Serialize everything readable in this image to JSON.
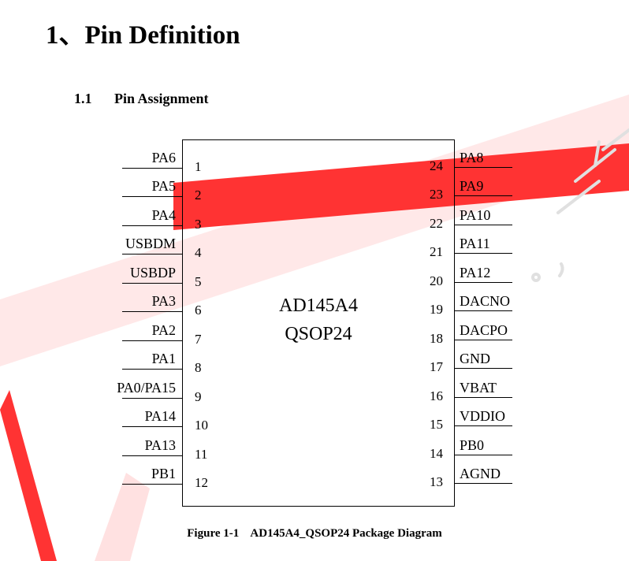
{
  "heading": {
    "title": "1、Pin Definition"
  },
  "subheading": {
    "number": "1.1",
    "title": "Pin Assignment"
  },
  "chip": {
    "name": "AD145A4",
    "package": "QSOP24"
  },
  "pins_left": [
    {
      "num": "1",
      "label": "PA6"
    },
    {
      "num": "2",
      "label": "PA5"
    },
    {
      "num": "3",
      "label": "PA4"
    },
    {
      "num": "4",
      "label": "USBDM"
    },
    {
      "num": "5",
      "label": "USBDP"
    },
    {
      "num": "6",
      "label": "PA3"
    },
    {
      "num": "7",
      "label": "PA2"
    },
    {
      "num": "8",
      "label": "PA1"
    },
    {
      "num": "9",
      "label": "PA0/PA15"
    },
    {
      "num": "10",
      "label": "PA14"
    },
    {
      "num": "11",
      "label": "PA13"
    },
    {
      "num": "12",
      "label": "PB1"
    }
  ],
  "pins_right": [
    {
      "num": "24",
      "label": "PA8"
    },
    {
      "num": "23",
      "label": "PA9"
    },
    {
      "num": "22",
      "label": "PA10"
    },
    {
      "num": "21",
      "label": "PA11"
    },
    {
      "num": "20",
      "label": "PA12"
    },
    {
      "num": "19",
      "label": "DACNO"
    },
    {
      "num": "18",
      "label": "DACPO"
    },
    {
      "num": "17",
      "label": "GND"
    },
    {
      "num": "16",
      "label": "VBAT"
    },
    {
      "num": "15",
      "label": "VDDIO"
    },
    {
      "num": "14",
      "label": "PB0"
    },
    {
      "num": "13",
      "label": "AGND"
    }
  ],
  "figure": {
    "number": "Figure 1-1",
    "caption": "AD145A4_QSOP24 Package Diagram"
  },
  "watermark": {
    "colors": {
      "primary": "#ff3333",
      "light": "#ffd9d9",
      "text": "#e0e0e0"
    }
  }
}
